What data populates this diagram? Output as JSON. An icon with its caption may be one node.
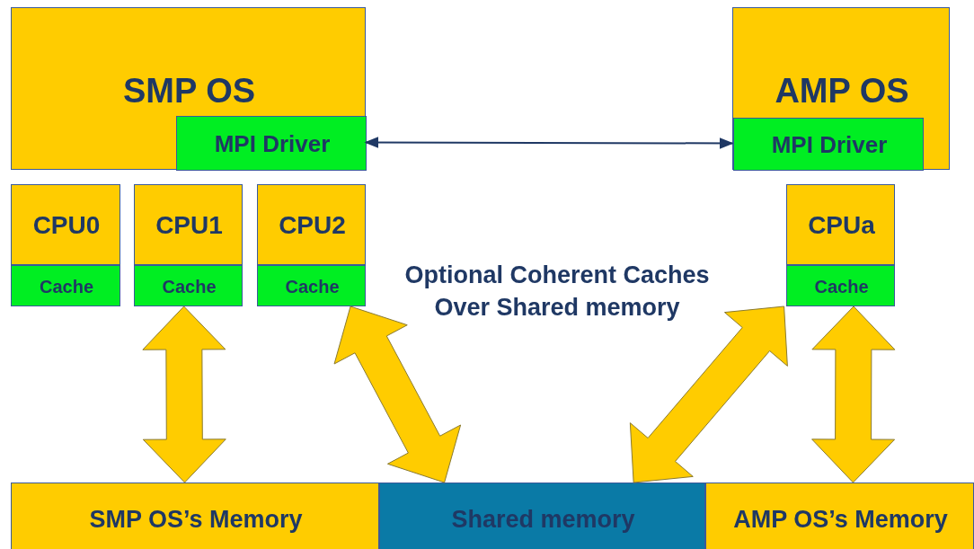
{
  "diagram": {
    "nodes": [
      {
        "text": [
          "SMP OS"
        ]
      },
      {
        "text": [
          "MPI Driver"
        ],
        "in": 0
      },
      {
        "text": [
          "AMP OS"
        ]
      },
      {
        "text": [
          "MPI Driver"
        ],
        "in": 2
      },
      {
        "text": [
          "CPU0"
        ]
      },
      {
        "text": [
          "Cache"
        ]
      },
      {
        "text": [
          "CPU1"
        ]
      },
      {
        "text": [
          "Cache"
        ]
      },
      {
        "text": [
          "CPU2"
        ]
      },
      {
        "text": [
          "Cache"
        ]
      },
      {
        "text": [
          "CPUa"
        ]
      },
      {
        "text": [
          "Cache"
        ]
      },
      {
        "text": [
          "SMP OS’s Memory"
        ]
      },
      {
        "text": [
          "Shared memory"
        ]
      },
      {
        "text": [
          "AMP OS’s Memory"
        ]
      }
    ],
    "edges": [
      {
        "from": 1,
        "to": 3,
        "arrow": "both"
      },
      {
        "from": 7,
        "to": 12,
        "arrow": "both",
        "style": "thick"
      },
      {
        "from": 9,
        "to": 13,
        "arrow": "both",
        "style": "thick"
      },
      {
        "from": 13,
        "to": 11,
        "arrow": "both",
        "style": "thick"
      },
      {
        "from": 11,
        "to": 14,
        "arrow": "both",
        "style": "thick"
      }
    ],
    "labels": [
      "Optional Coherent Caches Over Shared memory"
    ]
  }
}
